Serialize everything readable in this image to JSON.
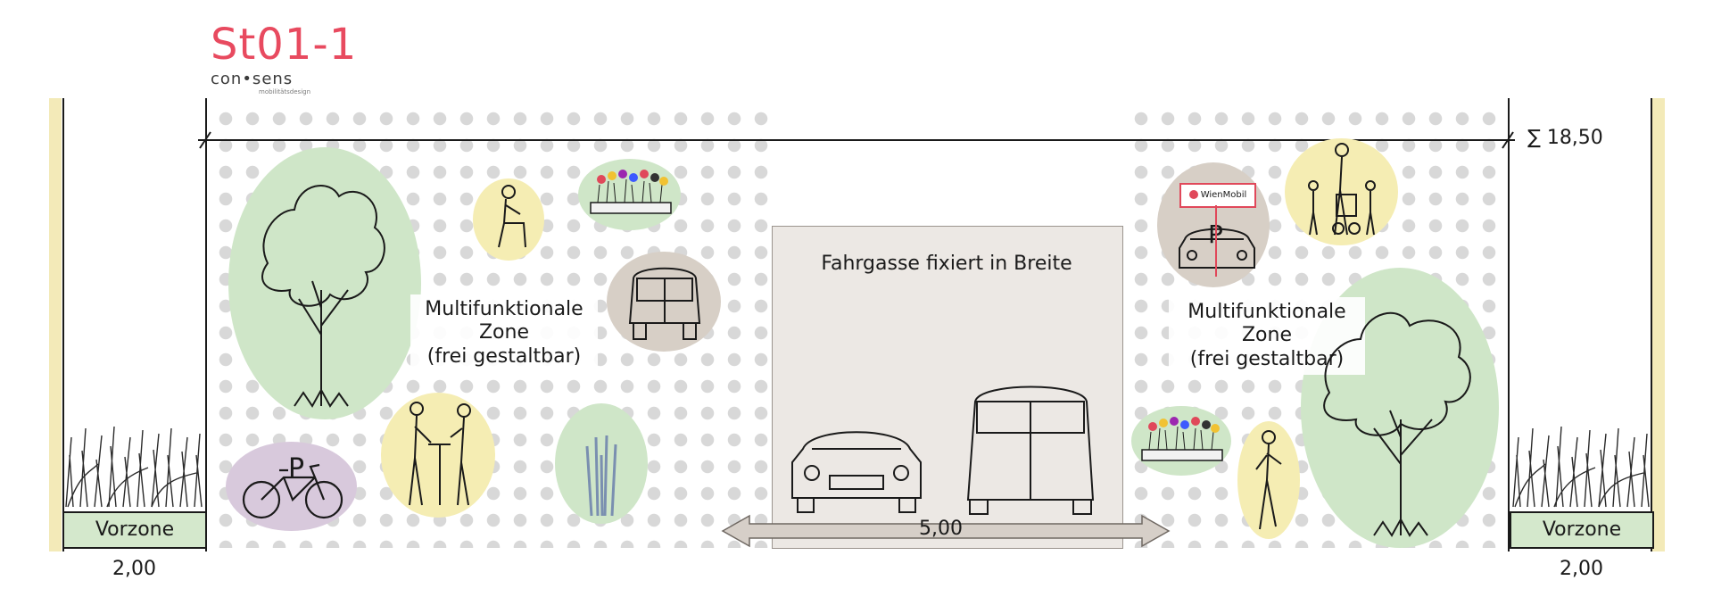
{
  "header": {
    "title": "St01-1",
    "brand": "con•sens",
    "brand_sub": "mobilitätsdesign"
  },
  "dimensions": {
    "total": "∑ 18,50",
    "left_vorzone": "2,00",
    "right_vorzone": "2,00",
    "lane_width": "5,00"
  },
  "lane": {
    "label": "Fahrgasse fixiert in Breite"
  },
  "zones": {
    "left_label": "Multifunktionale\nZone\n(frei gestaltbar)",
    "right_label": "Multifunktionale\nZone\n(frei gestaltbar)",
    "vorzone_left": "Vorzone",
    "vorzone_right": "Vorzone"
  },
  "icons": {
    "parking_letter": "P",
    "bike_parking_letter": "P",
    "wienmobil": "WienMobil"
  },
  "colors": {
    "title": "#e84a5f",
    "green_zone": "#cfe6c8",
    "yellow_zone": "#f5edb3",
    "taupe_zone": "#d7cfc6",
    "lilac_zone": "#d8c9dc",
    "lane": "#ece8e4"
  }
}
